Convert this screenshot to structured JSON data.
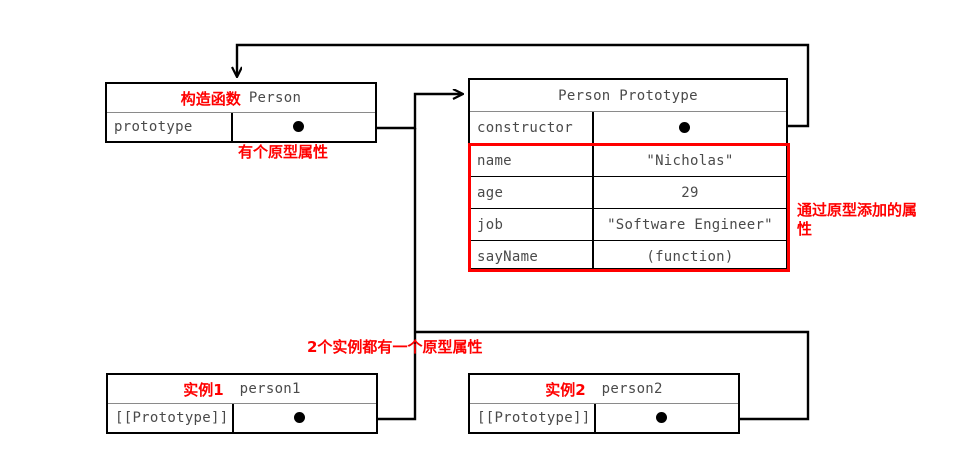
{
  "diagram": {
    "title": "JavaScript prototype chain diagram",
    "colors": {
      "accent_red": "#ff0000",
      "line": "#000000",
      "text": "#4a4a4a"
    }
  },
  "constructor_box": {
    "tag": "构造函数",
    "name": "Person",
    "rows": [
      {
        "key": "prototype",
        "value": "",
        "has_dot": true
      }
    ]
  },
  "prototype_box": {
    "title": "Person Prototype",
    "rows": [
      {
        "key": "constructor",
        "value": "",
        "has_dot": true
      },
      {
        "key": "name",
        "value": "\"Nicholas\"",
        "has_dot": false
      },
      {
        "key": "age",
        "value": "29",
        "has_dot": false
      },
      {
        "key": "job",
        "value": "\"Software Engineer\"",
        "has_dot": false
      },
      {
        "key": "sayName",
        "value": "(function)",
        "has_dot": false
      }
    ]
  },
  "instance1": {
    "tag": "实例1",
    "name": "person1",
    "rows": [
      {
        "key": "[[Prototype]]",
        "value": "",
        "has_dot": true
      }
    ]
  },
  "instance2": {
    "tag": "实例2",
    "name": "person2",
    "rows": [
      {
        "key": "[[Prototype]]",
        "value": "",
        "has_dot": true
      }
    ]
  },
  "annotations": {
    "prototype_property": "有个原型属性",
    "added_via_prototype": "通过原型添加的属性",
    "both_instances": "2个实例都有一个原型属性"
  }
}
